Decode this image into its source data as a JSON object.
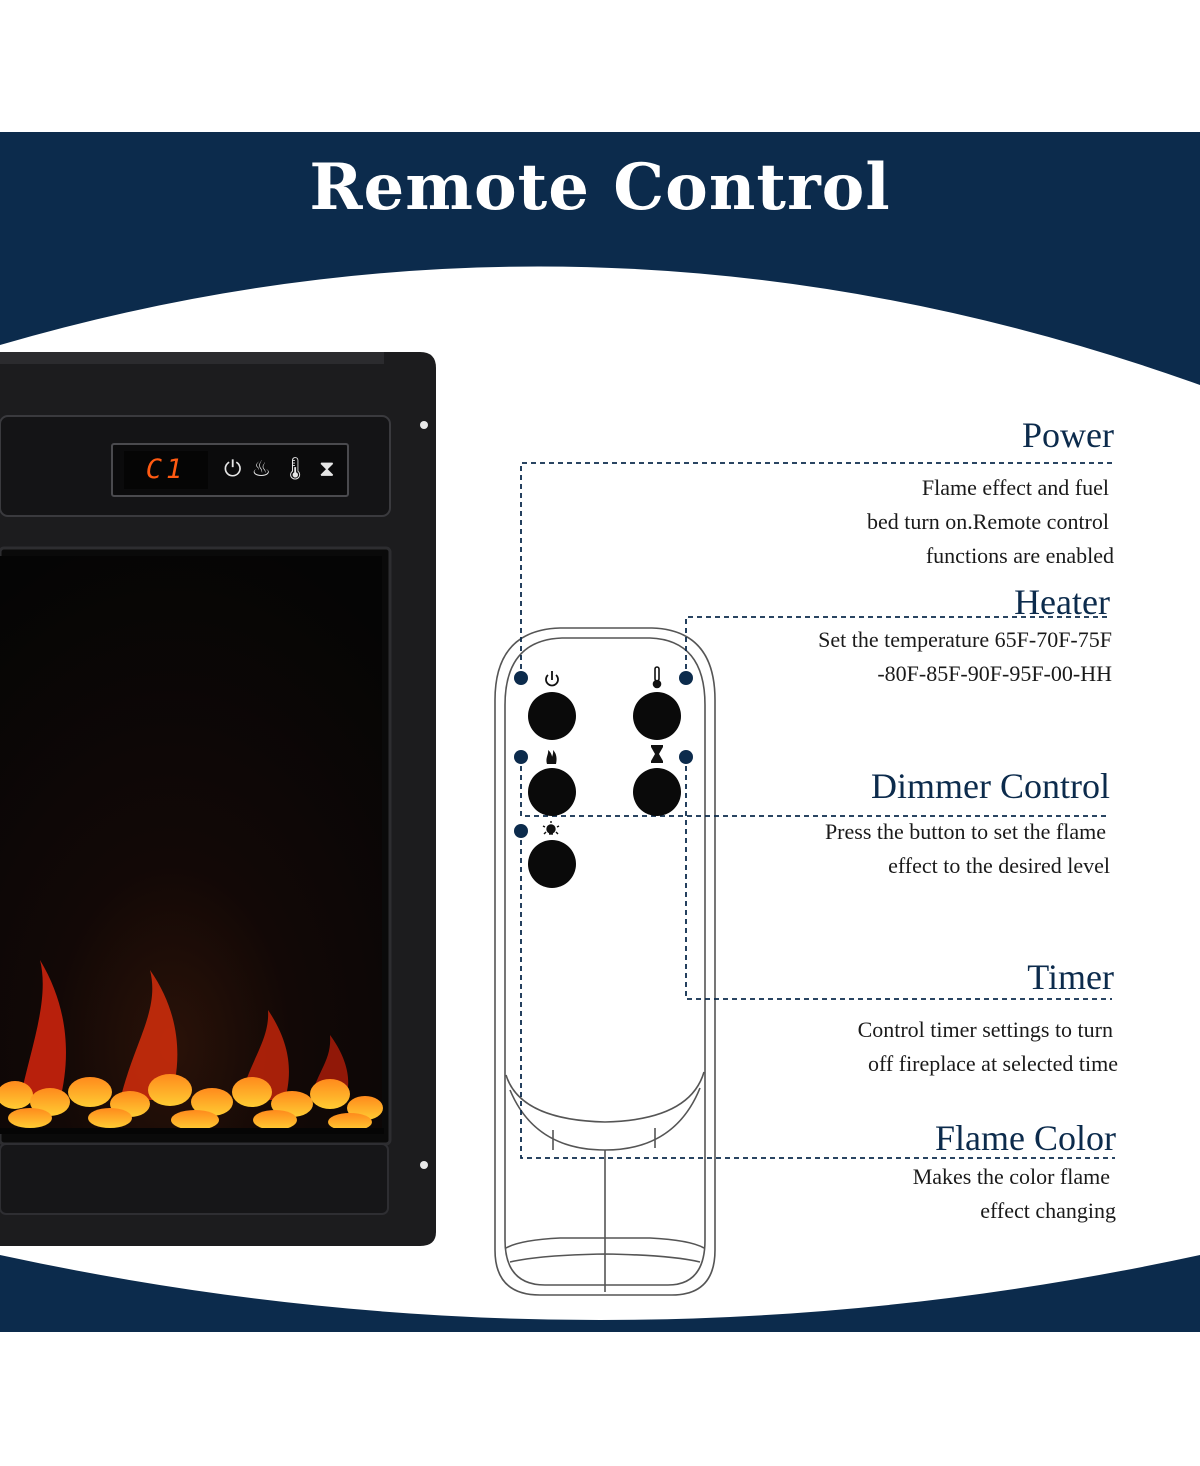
{
  "title": "Remote Control",
  "display_code": "C1",
  "colors": {
    "navy": "#0c2b4c",
    "frame": "#1c1c1e",
    "flame": "#ff5a12"
  },
  "icons": [
    "power-icon",
    "flame-icon",
    "thermometer-icon",
    "hourglass-icon",
    "light-bulb-icon"
  ],
  "features": [
    {
      "name": "Power",
      "description": [
        "Flame effect and fuel",
        "bed turn on.Remote control",
        "functions are enabled"
      ]
    },
    {
      "name": "Heater",
      "description": [
        "Set the temperature 65F-70F-75F",
        "-80F-85F-90F-95F-00-HH"
      ]
    },
    {
      "name": "Dimmer Control",
      "description": [
        "Press the button to set the flame",
        "effect to the desired level"
      ]
    },
    {
      "name": "Timer",
      "description": [
        "Control timer settings to turn",
        "off fireplace at selected time"
      ]
    },
    {
      "name": "Flame Color",
      "description": [
        "Makes the color flame",
        "effect changing"
      ]
    }
  ]
}
